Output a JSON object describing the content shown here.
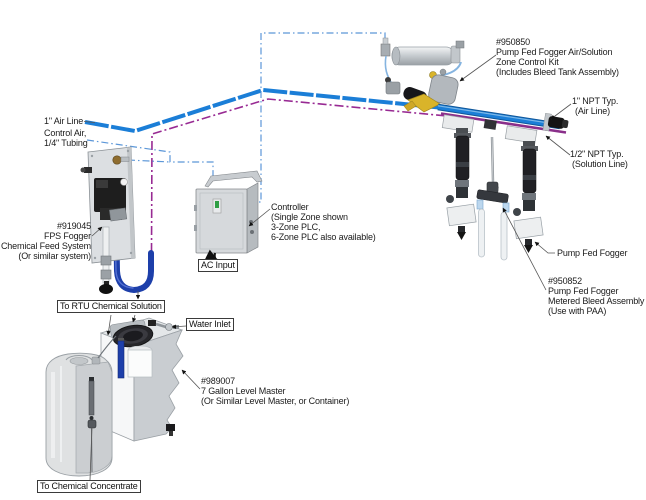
{
  "labels": {
    "air_line": {
      "line1": "1\" Air Line"
    },
    "control_air": {
      "line1": "Control Air,",
      "line2": "1/4\" Tubing"
    },
    "kit": {
      "part": "#950850",
      "line1": "Pump Fed Fogger Air/Solution",
      "line2": "Zone Control Kit",
      "line3": "(Includes Bleed Tank Assembly)"
    },
    "npt_air": {
      "line1": "1\" NPT Typ.",
      "line2": "(Air Line)"
    },
    "npt_solution": {
      "line1": "1/2\" NPT Typ.",
      "line2": "(Solution Line)"
    },
    "fps": {
      "part": "#919045",
      "line1": "FPS Fogger",
      "line2": "Chemical Feed System",
      "line3": "(Or similar system)"
    },
    "controller": {
      "line1": "Controller",
      "line2": "(Single Zone shown",
      "line3": "3-Zone PLC,",
      "line4": "6-Zone PLC also available)"
    },
    "ac_input": {
      "text": "AC Input"
    },
    "to_rtu": {
      "text": "To RTU Chemical Solution"
    },
    "water_inlet": {
      "text": "Water Inlet"
    },
    "tank": {
      "part": "#989007",
      "line1": "7 Gallon Level Master",
      "line2": "(Or Similar Level Master, or Container)"
    },
    "pump_fed_fogger": {
      "text": "Pump Fed Fogger"
    },
    "bleed": {
      "part": "#950852",
      "line1": "Pump Fed Fogger",
      "line2": "Metered Bleed Assembly",
      "line3": "(Use with PAA)"
    },
    "to_chemical": {
      "text": "To Chemical Concentrate"
    }
  },
  "colors": {
    "air_line": "#1b7ed7",
    "solution_line": "#982a93",
    "control_tubing": "#5c97d8",
    "solution_hose": "#1d3faa",
    "valve_yellow": "#d9b42a",
    "leader": "#555555"
  }
}
